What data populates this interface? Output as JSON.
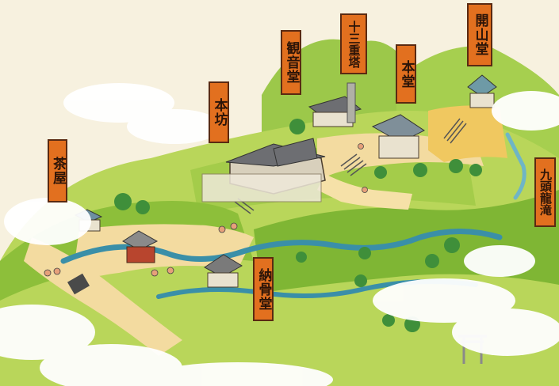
{
  "map": {
    "labels": {
      "chaya": "茶屋",
      "hombo": "本坊",
      "kangakudo": "観音堂",
      "jusanjuto": "十三重塔",
      "hondo": "本堂",
      "kaisando": "開山堂",
      "kuryu_no_taki": "九頭龍滝",
      "nokyodo": "納骨堂"
    },
    "colors": {
      "background": "#f7f1df",
      "hill_dark": "#8fbf3a",
      "hill_light": "#b9d65a",
      "path": "#f3dba0",
      "river": "#3a8fa8",
      "label_fill": "#e2701f",
      "label_border": "#5a2a12",
      "cloud": "#ffffff"
    }
  }
}
